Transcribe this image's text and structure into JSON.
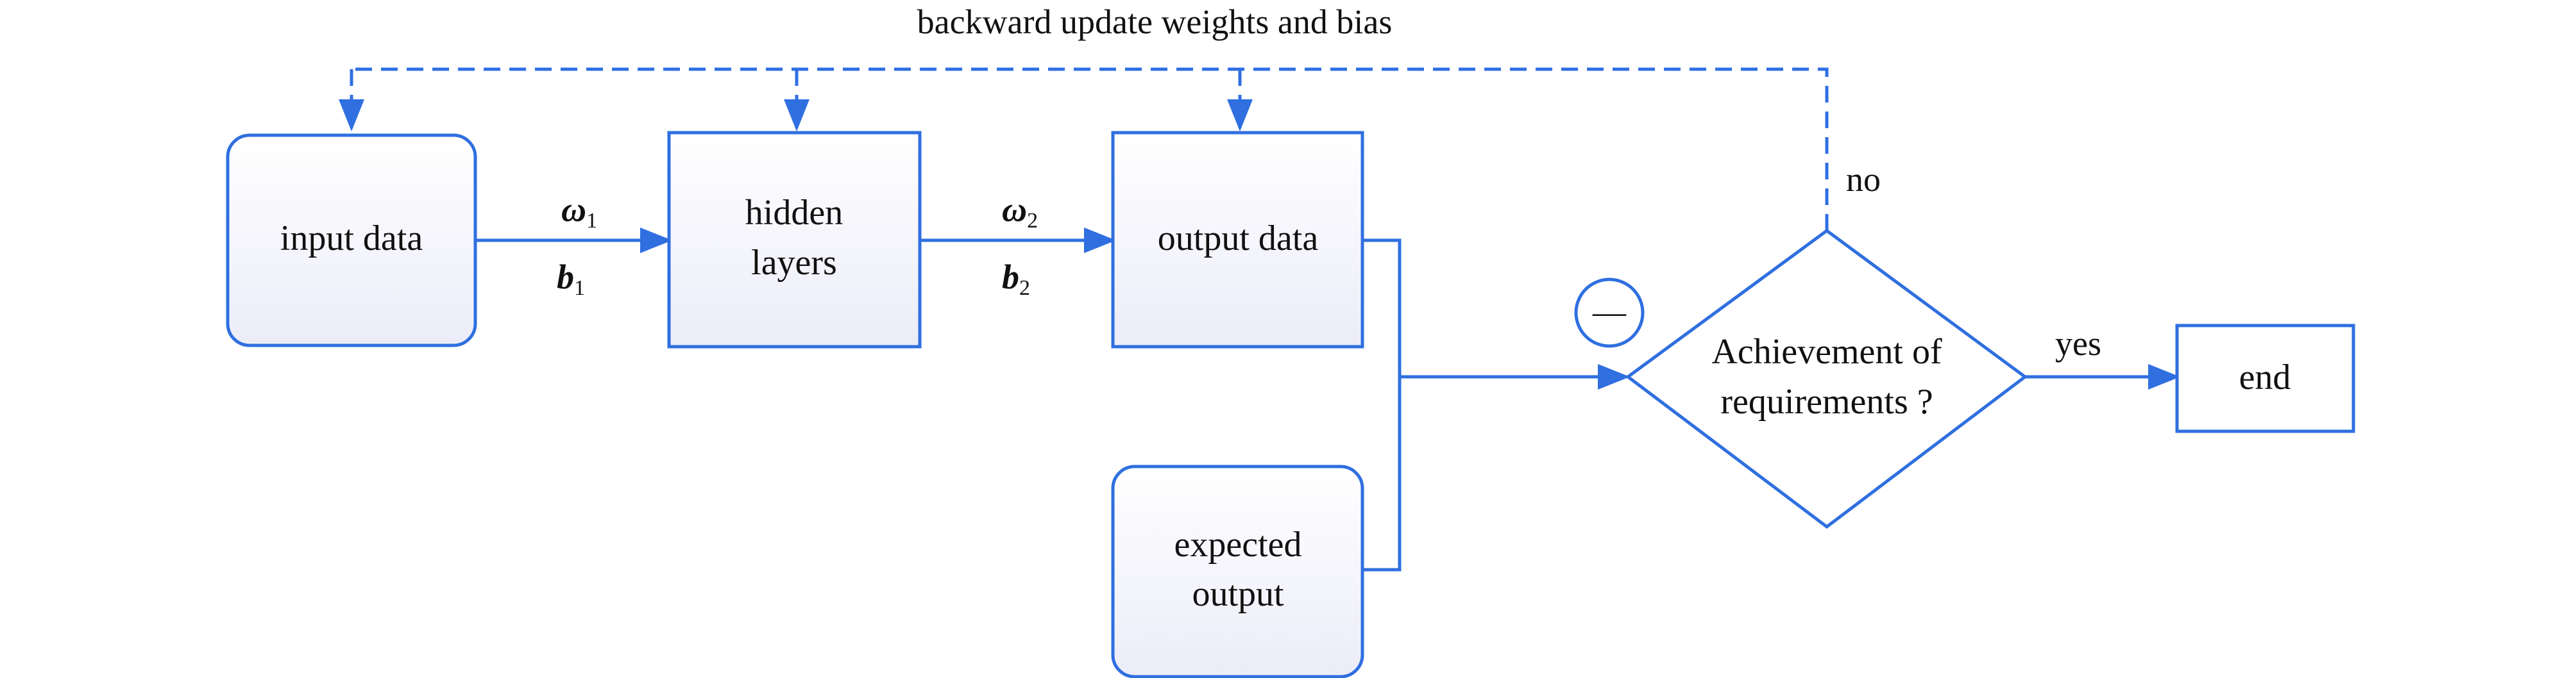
{
  "colors": {
    "stroke": "#2f6fe0",
    "box_fill_top": "#ffffff",
    "box_fill_bottom": "#ececf9",
    "text": "#111111"
  },
  "feedback": {
    "label": "backward update weights and bias"
  },
  "nodes": {
    "input": {
      "label": "input data"
    },
    "hidden": {
      "line1": "hidden",
      "line2": "layers"
    },
    "output": {
      "label": "output data"
    },
    "expected": {
      "line1": "expected",
      "line2": "output"
    },
    "decision": {
      "line1": "Achievement of",
      "line2": "requirements ?"
    },
    "end": {
      "label": "end"
    }
  },
  "edges": {
    "input_to_hidden": {
      "weight": "ω",
      "weight_sub": "1",
      "bias": "b",
      "bias_sub": "1"
    },
    "hidden_to_output": {
      "weight": "ω",
      "weight_sub": "2",
      "bias": "b",
      "bias_sub": "2"
    },
    "yes_label": "yes",
    "no_label": "no"
  },
  "subtract_symbol": "—"
}
